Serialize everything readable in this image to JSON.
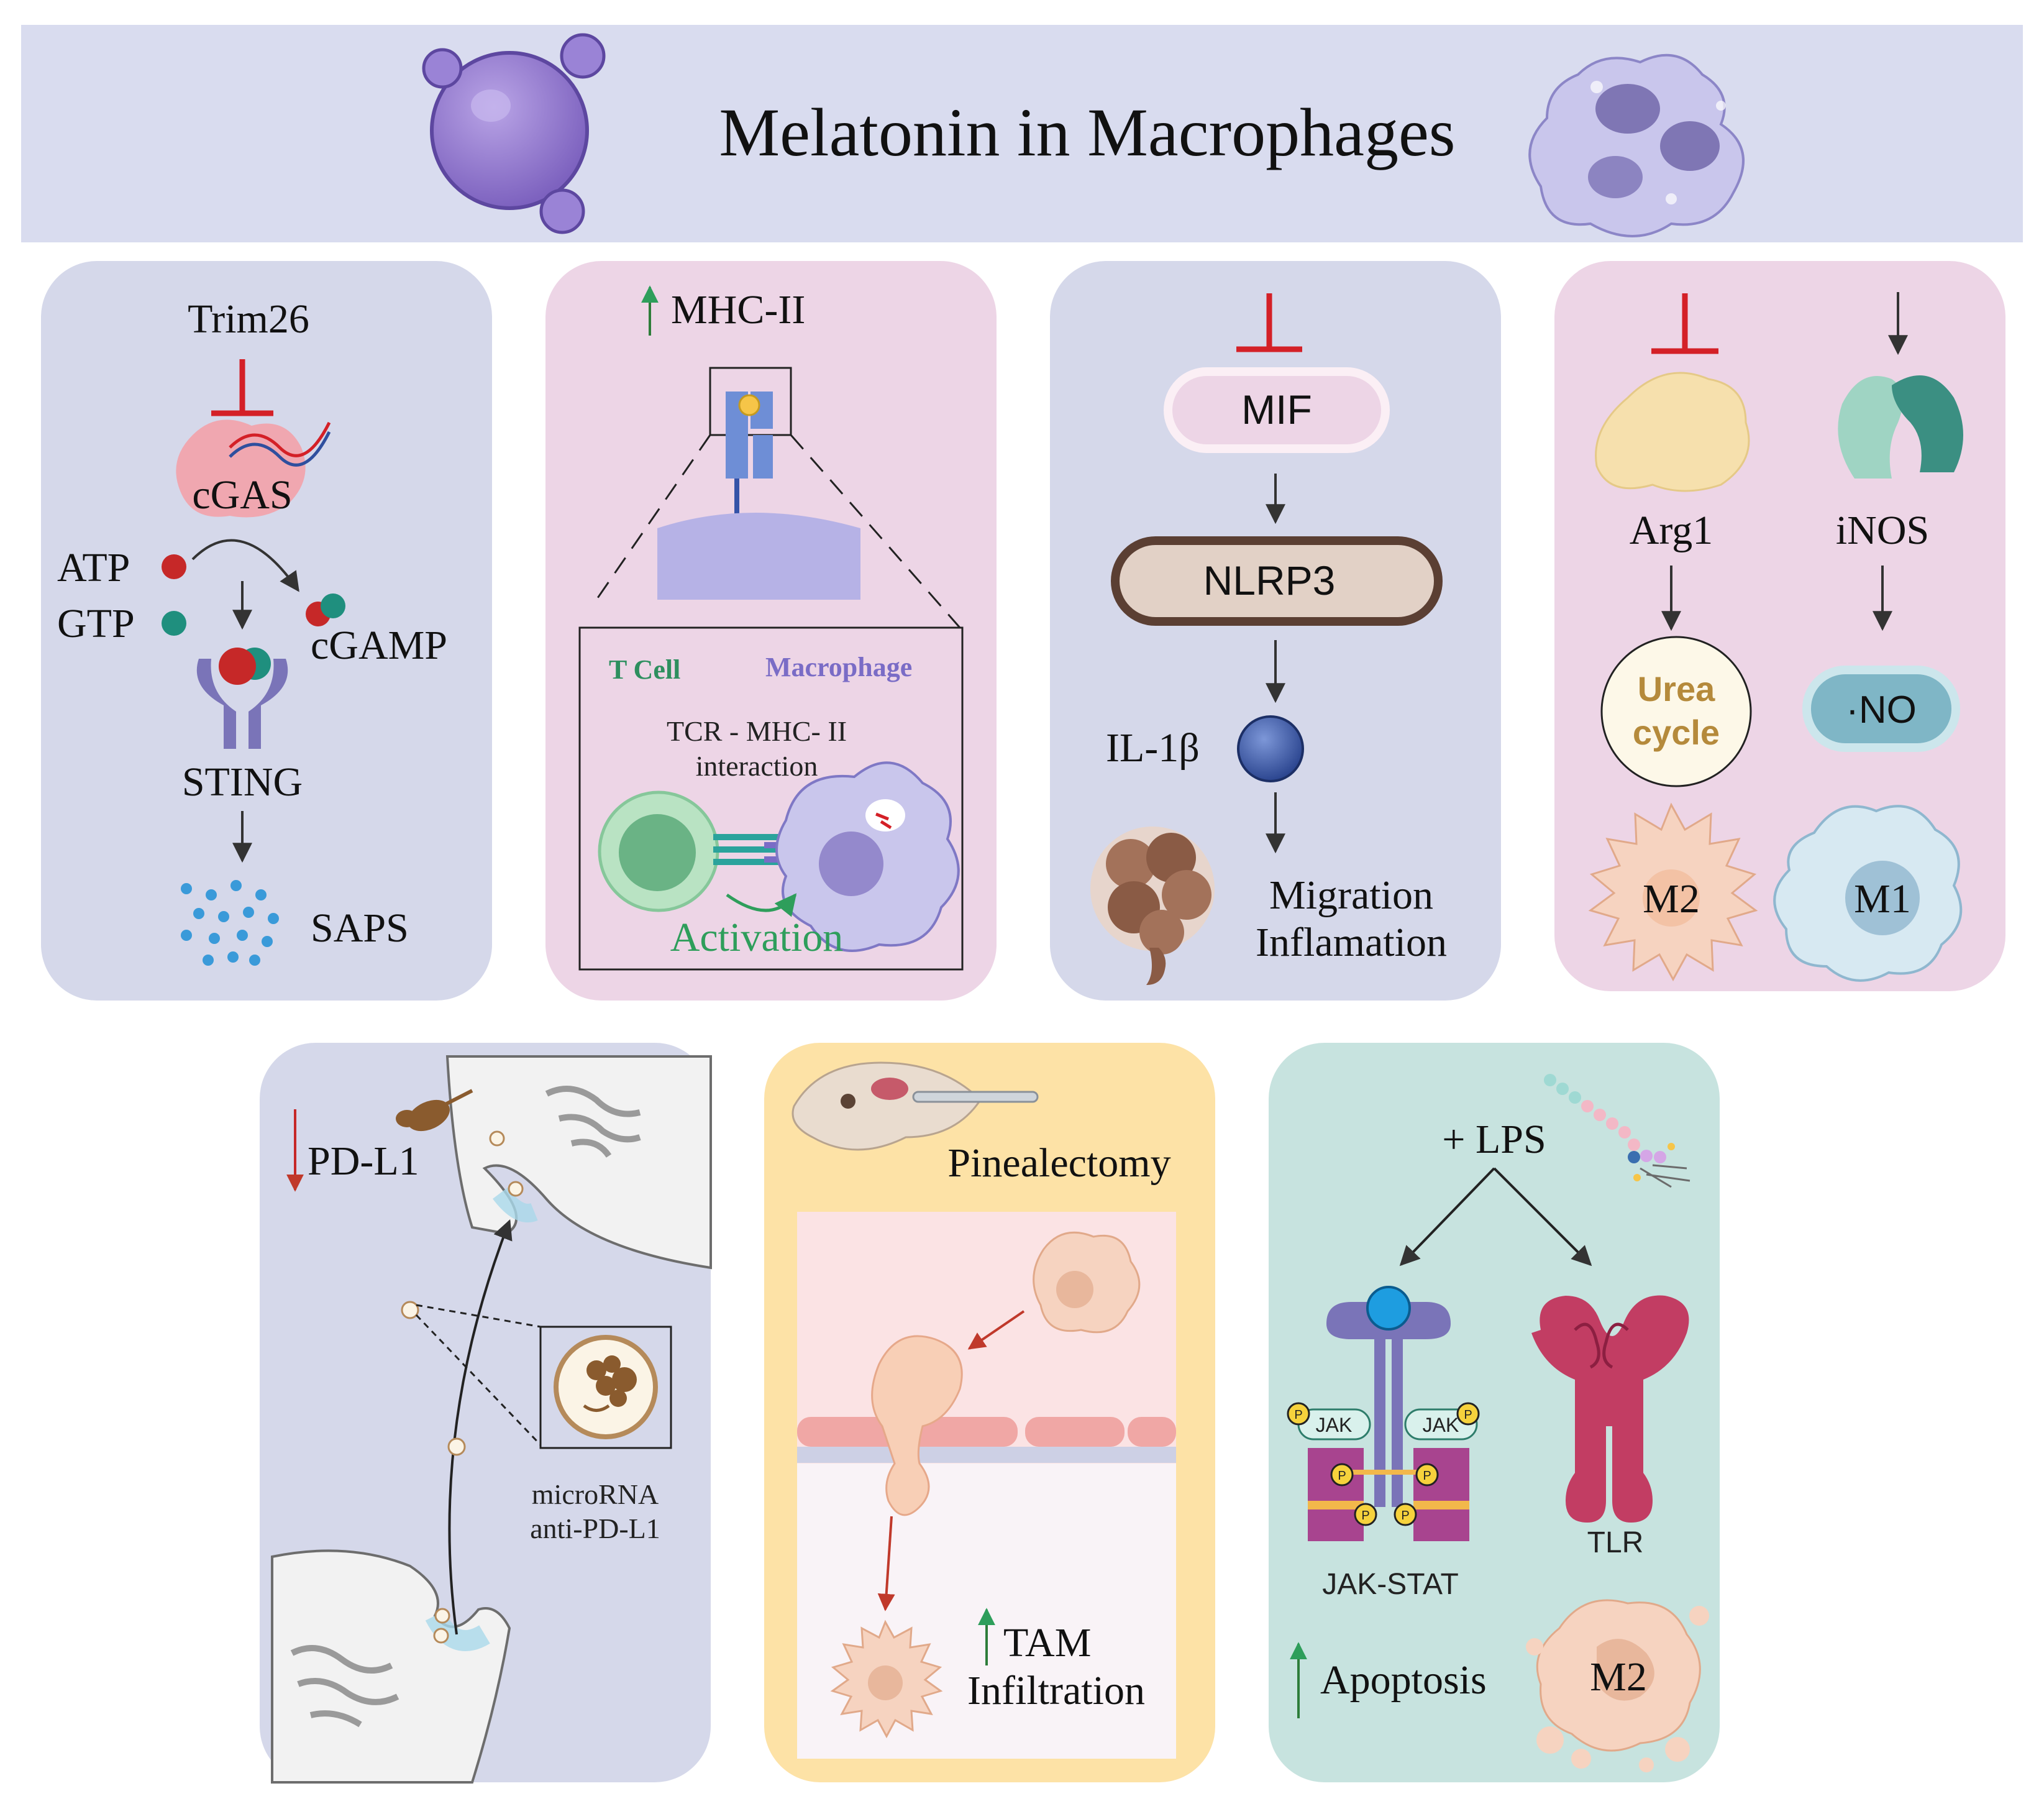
{
  "header": {
    "title": "Melatonin in Macrophages"
  },
  "panel_cgas": {
    "trim": "Trim26",
    "cgas": "cGAS",
    "atp": "ATP",
    "gtp": "GTP",
    "cgamp": "cGAMP",
    "sting": "STING",
    "saps": "SAPS"
  },
  "panel_mhc": {
    "mhc": "MHC-II",
    "tcell": "T Cell",
    "macrophage": "Macrophage",
    "interaction_1": "TCR - MHC- II",
    "interaction_2": "interaction",
    "activation": "Activation"
  },
  "panel_mif": {
    "mif": "MIF",
    "nlrp3": "NLRP3",
    "il1b": "IL-1β",
    "migration": "Migration",
    "inflamation": "Inflamation"
  },
  "panel_arg": {
    "arg1": "Arg1",
    "inos": "iNOS",
    "urea_1": "Urea",
    "urea_2": "cycle",
    "no": "·NO",
    "m2": "M2",
    "m1": "M1"
  },
  "panel_pdl1": {
    "pdl1": "PD-L1",
    "mirna_1": "microRNA",
    "mirna_2": "anti-PD-L1"
  },
  "panel_pineal": {
    "pinealectomy": "Pinealectomy",
    "tam": "TAM",
    "infiltration": "Infiltration"
  },
  "panel_lps": {
    "lps": "+ LPS",
    "jak_left": "JAK",
    "jak_right": "JAK",
    "phospho": "P",
    "jakstat": "JAK-STAT",
    "tlr": "TLR",
    "apoptosis": "Apoptosis",
    "m2": "M2"
  },
  "colors": {
    "header_bg": "#d9dcef",
    "panel_blue": "#d5d8ea",
    "panel_pink": "#edd5e6",
    "panel_yellow": "#fde2a6",
    "panel_teal": "#c7e3df",
    "inhibit_red": "#d42027",
    "up_green": "#2e7d3a",
    "down_red": "#c62828"
  }
}
